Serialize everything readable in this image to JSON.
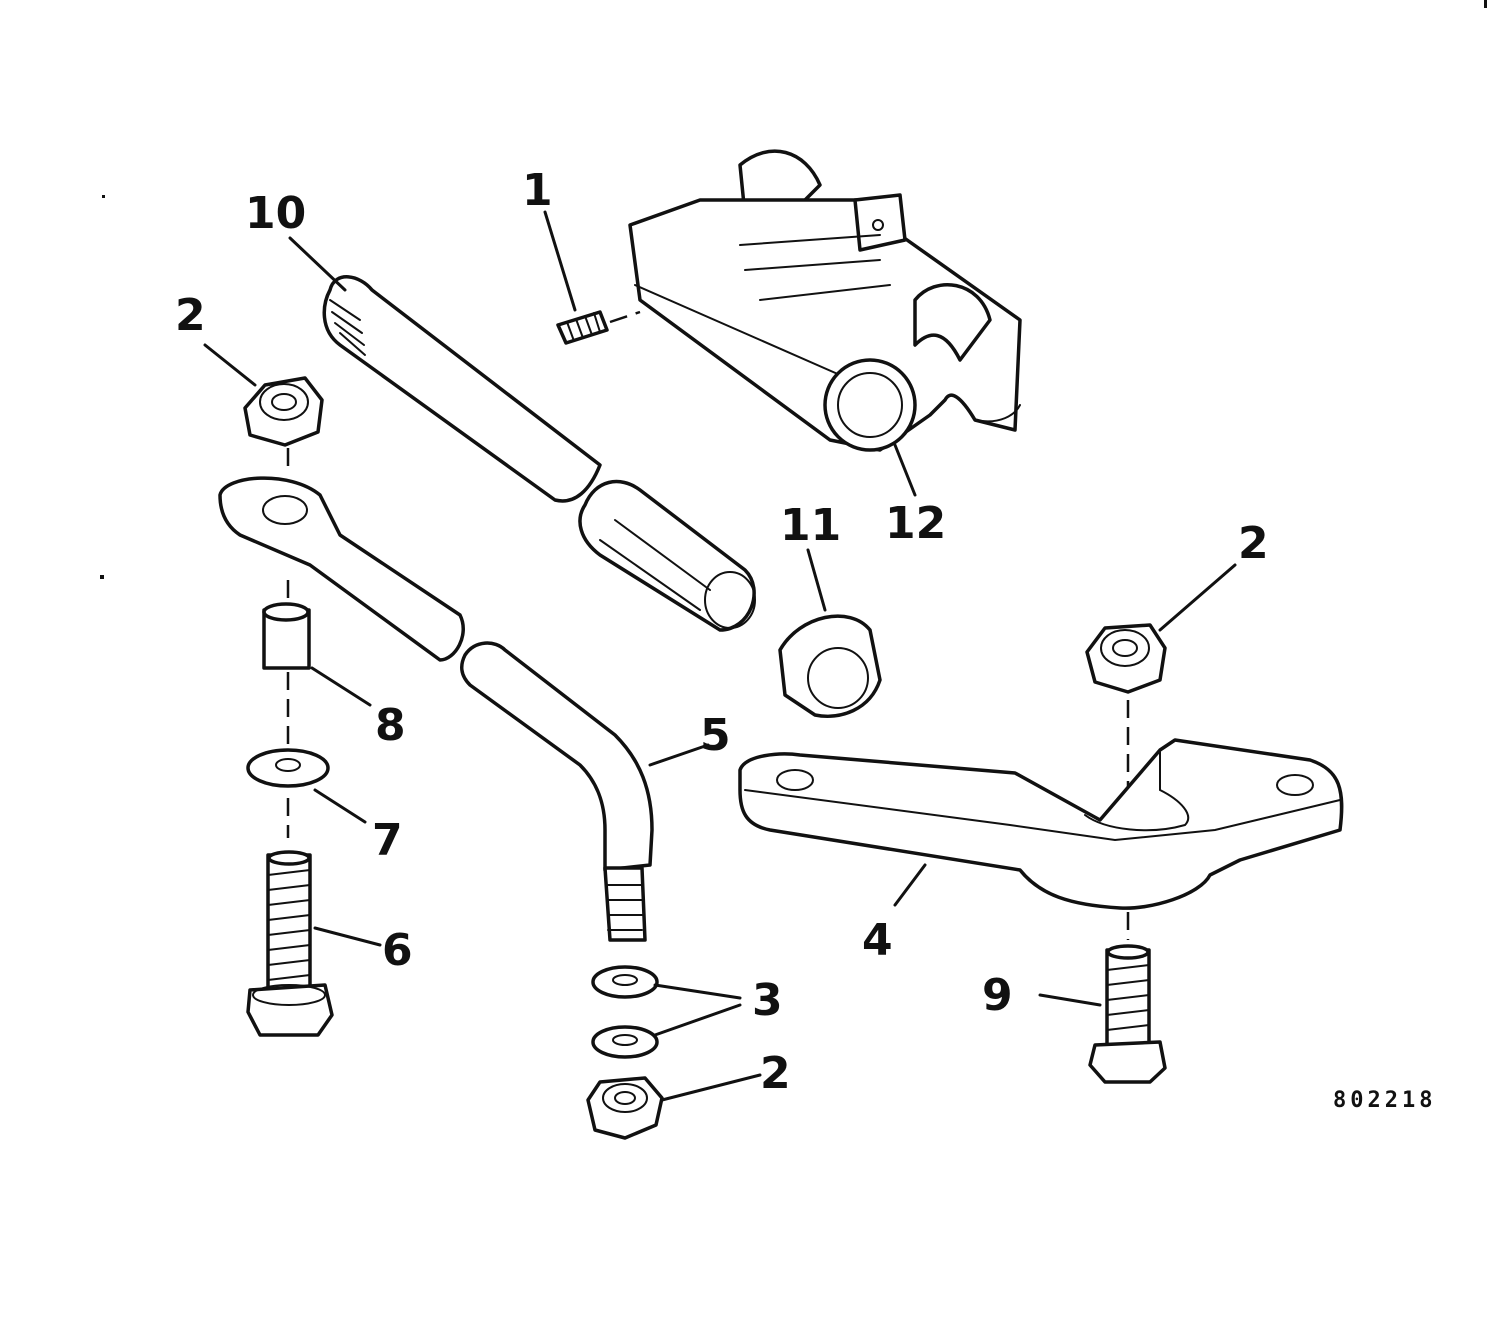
{
  "diagram": {
    "callouts": [
      "1",
      "2",
      "2",
      "2",
      "3",
      "4",
      "5",
      "6",
      "7",
      "8",
      "9",
      "10",
      "11",
      "12"
    ],
    "drawing_number": "802218"
  }
}
